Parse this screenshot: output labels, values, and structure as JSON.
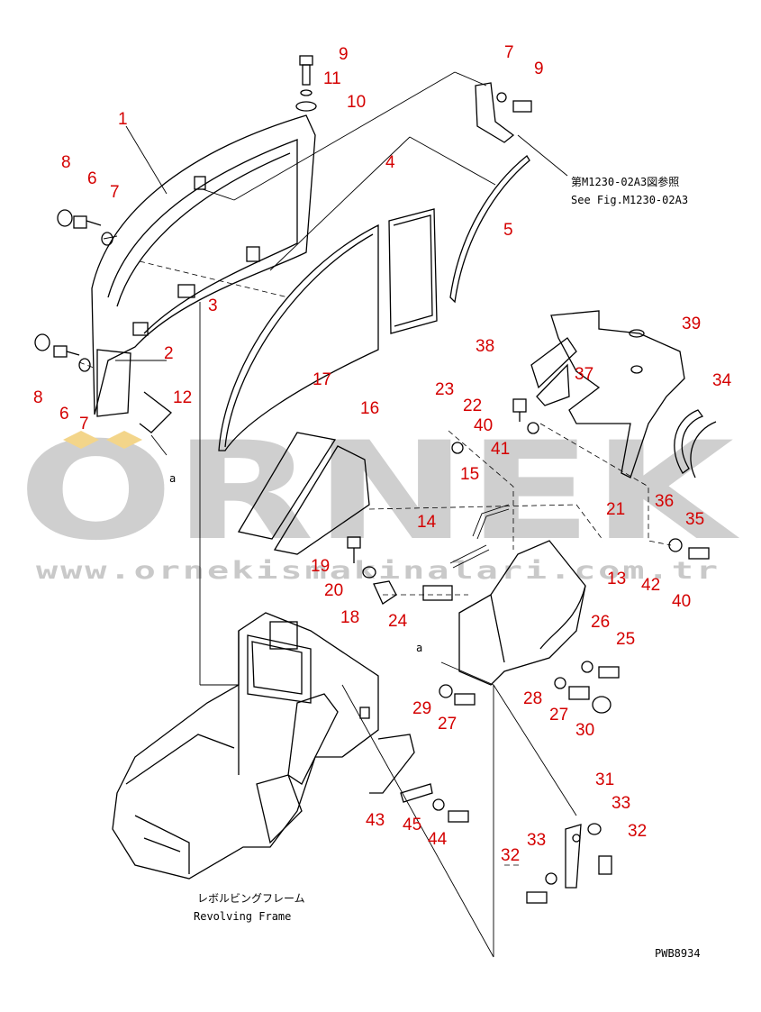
{
  "watermark": {
    "brand": "ORNEK",
    "url": "www.ornekismakinalari.com.tr"
  },
  "notes": {
    "ref_jp": "第M1230-02A3図参照",
    "ref_en": "See Fig.M1230-02A3",
    "frame_jp": "レボルビングフレーム",
    "frame_en": "Revolving Frame",
    "view_a1": "a",
    "view_a2": "a",
    "figure_code": "PWB8934"
  },
  "callouts": [
    "1",
    "2",
    "3",
    "4",
    "5",
    "6",
    "6",
    "7",
    "7",
    "7",
    "8",
    "8",
    "9",
    "9",
    "10",
    "11",
    "12",
    "13",
    "14",
    "15",
    "16",
    "17",
    "18",
    "19",
    "20",
    "21",
    "22",
    "23",
    "24",
    "25",
    "26",
    "27",
    "27",
    "28",
    "29",
    "30",
    "31",
    "32",
    "32",
    "33",
    "33",
    "34",
    "35",
    "36",
    "37",
    "38",
    "39",
    "40",
    "40",
    "41",
    "42",
    "43",
    "44",
    "45"
  ]
}
